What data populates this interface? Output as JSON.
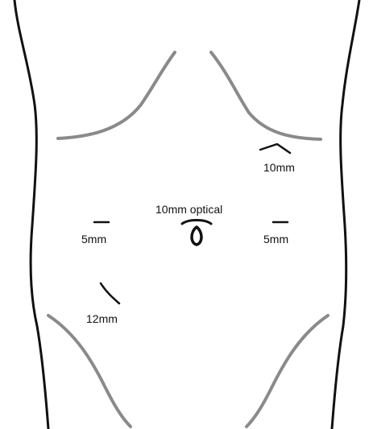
{
  "colors": {
    "outline": "#111111",
    "anatomy_curve": "#8a8a8a",
    "incision": "#111111",
    "background": "#ffffff"
  },
  "ports": [
    {
      "name": "optical-port",
      "label": "10mm optical",
      "shape": "umbilical-loop"
    },
    {
      "name": "left-upper-port",
      "label": "10mm",
      "shape": "chevron"
    },
    {
      "name": "right-mid-port",
      "label": "5mm",
      "shape": "dash"
    },
    {
      "name": "left-mid-port",
      "label": "5mm",
      "shape": "dash"
    },
    {
      "name": "right-lower-port",
      "label": "12mm",
      "shape": "oblique"
    }
  ]
}
